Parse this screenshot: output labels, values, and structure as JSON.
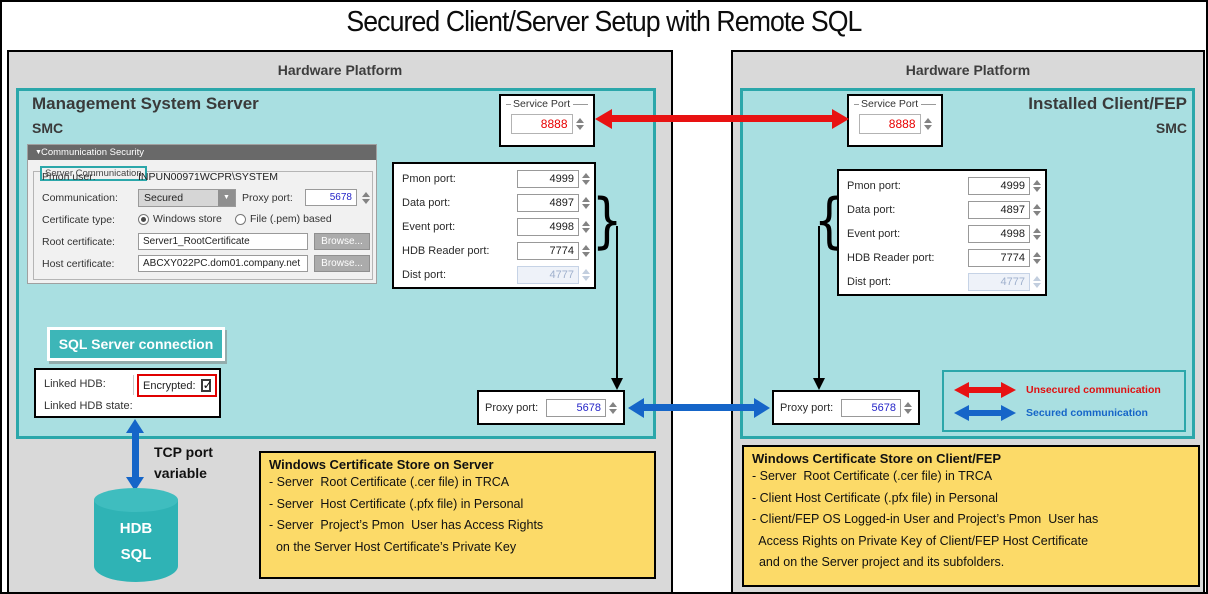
{
  "title": "Secured Client/Server Setup with Remote SQL",
  "colors": {
    "teal_bg": "#a9dfe1",
    "teal_border": "#2ba7aa",
    "panel_gray": "#d9d9d9",
    "yellow_note": "#fcda68",
    "unsecured_red": "#e81212",
    "secured_blue": "#1565c8",
    "accent_teal": "#3db6b8",
    "value_red": "#e80000",
    "value_blue": "#2525c8"
  },
  "left": {
    "platform_header": "Hardware Platform",
    "title": "Management System Server",
    "subtitle": "SMC",
    "service_port": {
      "label": "Service Port",
      "value": "8888"
    },
    "security_panel": {
      "header": "Communication Security",
      "collapse_icon": "▼",
      "group": "Server Communication",
      "pmon_user": {
        "label": "Pmon user:",
        "value": "INPUN00971WCPR\\SYSTEM"
      },
      "communication": {
        "label": "Communication:",
        "value": "Secured"
      },
      "proxy_port": {
        "label": "Proxy port:",
        "value": "5678"
      },
      "certificate_type": {
        "label": "Certificate type:",
        "option1": "Windows store",
        "option2": "File (.pem) based"
      },
      "root_certificate": {
        "label": "Root certificate:",
        "value": "Server1_RootCertificate",
        "button": "Browse..."
      },
      "host_certificate": {
        "label": "Host certificate:",
        "value": "ABCXY022PC.dom01.company.net",
        "button": "Browse..."
      }
    },
    "ports": [
      {
        "label": "Pmon port:",
        "value": "4999"
      },
      {
        "label": "Data port:",
        "value": "4897"
      },
      {
        "label": "Event port:",
        "value": "4998"
      },
      {
        "label": "HDB Reader port:",
        "value": "7774"
      },
      {
        "label": "Dist port:",
        "value": "4777"
      }
    ],
    "proxy_port": {
      "label": "Proxy port:",
      "value": "5678"
    },
    "sql_button": "SQL Server connection",
    "linked_hdb": {
      "row1_label": "Linked HDB:",
      "encrypted_label": "Encrypted:",
      "row2_label": "Linked HDB state:"
    },
    "tcp_note_line1": "TCP port",
    "tcp_note_line2": "variable",
    "cylinder_line1": "HDB",
    "cylinder_line2": "SQL",
    "cert_store": {
      "title": "Windows Certificate Store on Server",
      "lines": [
        "- Server  Root Certificate (.cer file) in TRCA",
        "- Server  Host Certificate (.pfx file) in Personal",
        "- Server  Project’s Pmon  User has Access Rights",
        "  on the Server Host Certificate’s Private Key"
      ]
    }
  },
  "right": {
    "platform_header": "Hardware Platform",
    "title": "Installed Client/FEP",
    "subtitle": "SMC",
    "service_port": {
      "label": "Service Port",
      "value": "8888"
    },
    "ports": [
      {
        "label": "Pmon port:",
        "value": "4999"
      },
      {
        "label": "Data port:",
        "value": "4897"
      },
      {
        "label": "Event port:",
        "value": "4998"
      },
      {
        "label": "HDB Reader port:",
        "value": "7774"
      },
      {
        "label": "Dist port:",
        "value": "4777"
      }
    ],
    "proxy_port": {
      "label": "Proxy port:",
      "value": "5678"
    },
    "legend": {
      "unsecured": "Unsecured communication",
      "secured": "Secured communication"
    },
    "cert_store": {
      "title": "Windows Certificate Store on Client/FEP",
      "lines": [
        "- Server  Root Certificate (.cer file) in TRCA",
        "- Client Host Certificate (.pfx file) in Personal",
        "- Client/FEP OS Logged-in User and Project’s Pmon  User has",
        "  Access Rights on Private Key of Client/FEP Host Certificate",
        "  and on the Server project and its subfolders."
      ]
    }
  }
}
